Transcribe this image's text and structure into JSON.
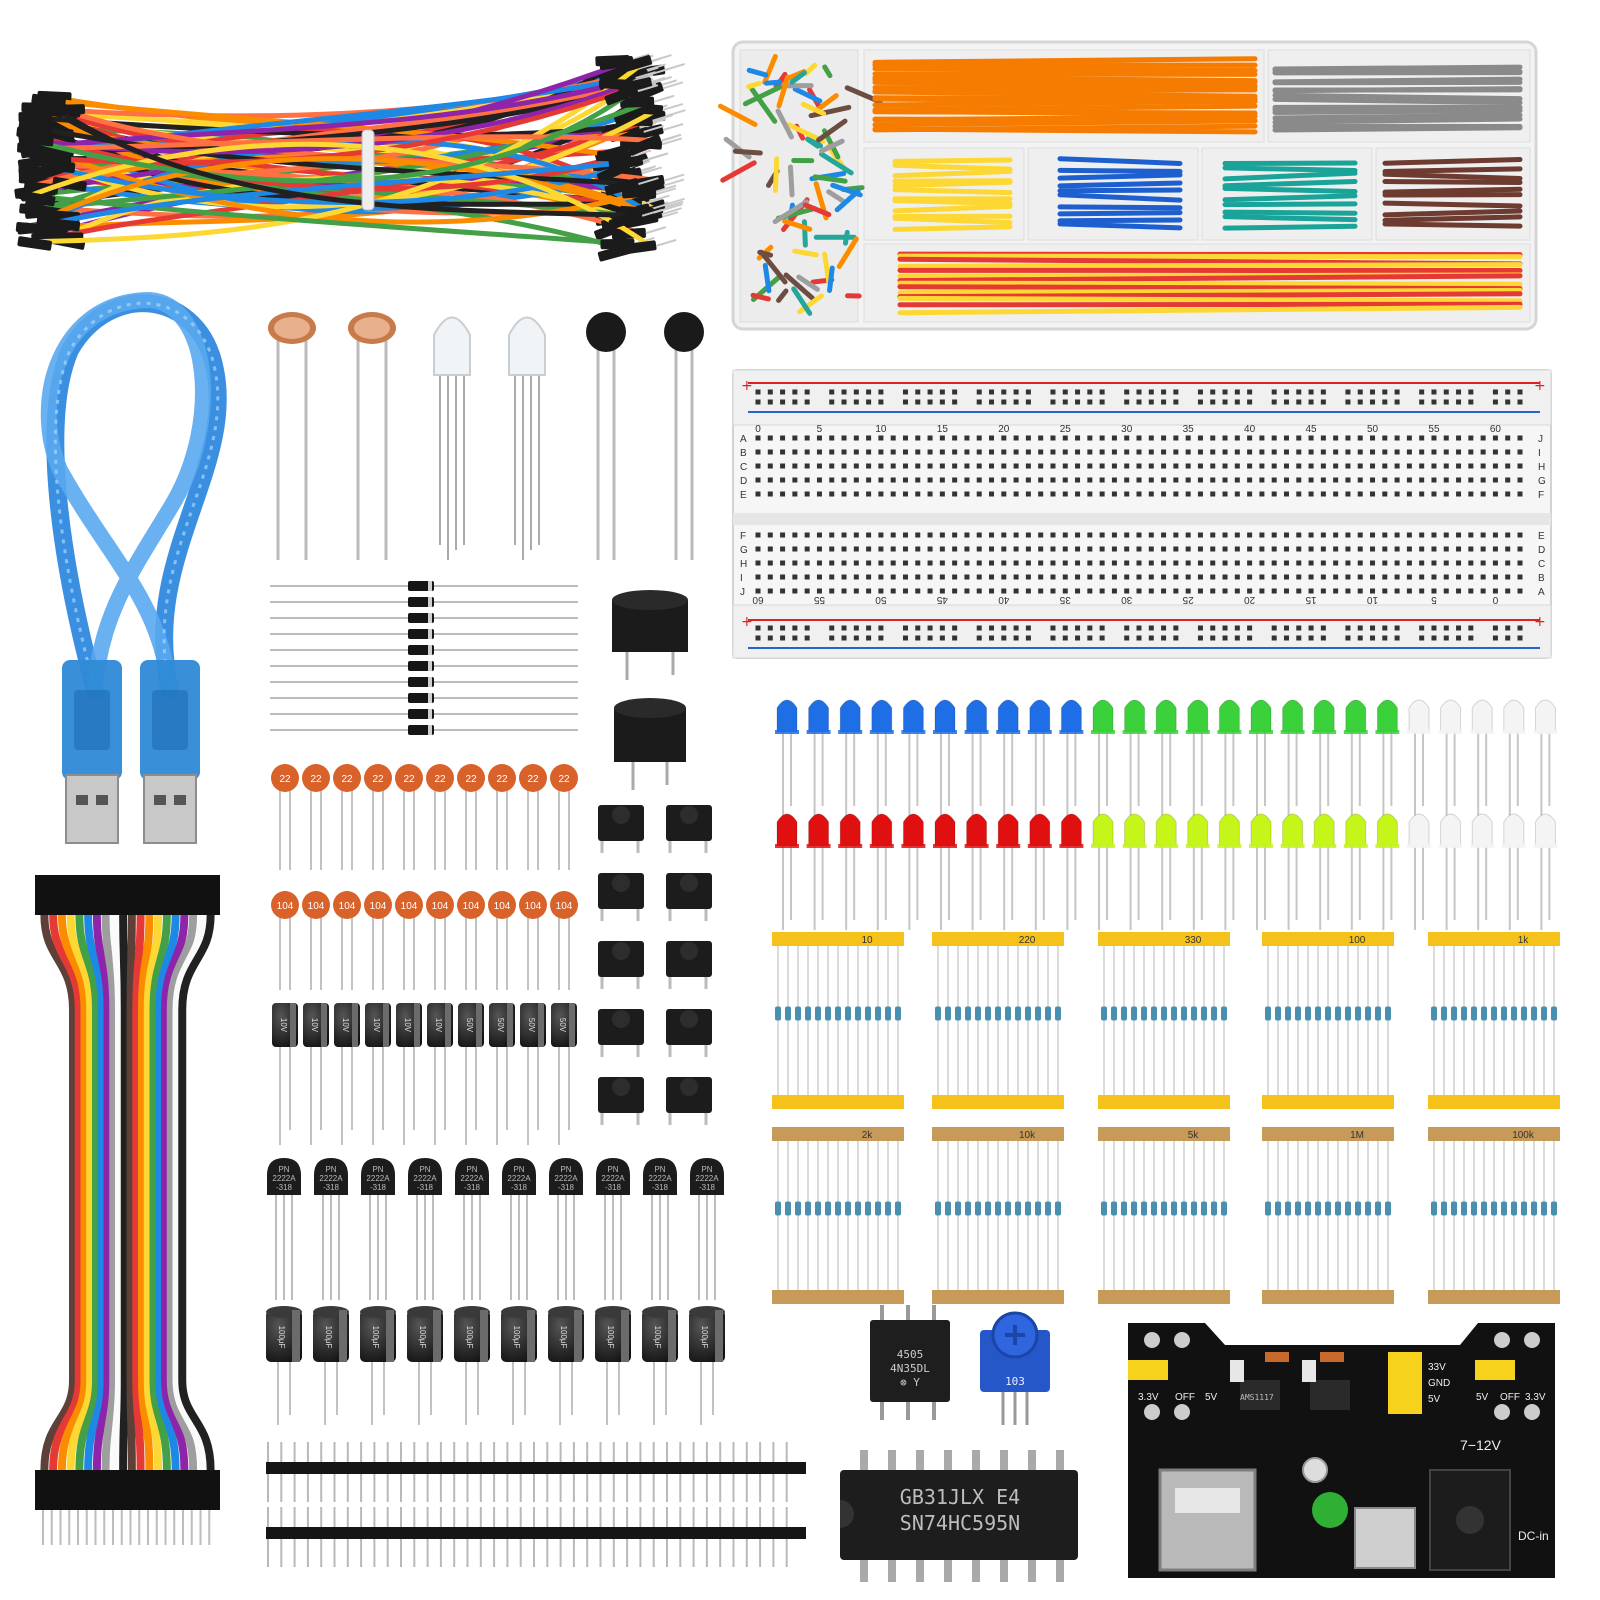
{
  "colors": {
    "background": "#ffffff",
    "wire": [
      "#e53935",
      "#fb8c00",
      "#fdd835",
      "#43a047",
      "#1e88e5",
      "#212121",
      "#8e24aa",
      "#ff7043"
    ],
    "ribbon": [
      "#5d4037",
      "#e53935",
      "#fb8c00",
      "#fdd835",
      "#43a047",
      "#1e88e5",
      "#8e24aa",
      "#9e9e9e",
      "#fafafa",
      "#212121"
    ],
    "led_row1": [
      "#1e6fe6",
      "#1e6fe6",
      "#1e6fe6",
      "#1e6fe6",
      "#1e6fe6",
      "#1e6fe6",
      "#1e6fe6",
      "#1e6fe6",
      "#1e6fe6",
      "#1e6fe6",
      "#3ad13a",
      "#3ad13a",
      "#3ad13a",
      "#3ad13a",
      "#3ad13a",
      "#3ad13a",
      "#3ad13a",
      "#3ad13a",
      "#3ad13a",
      "#3ad13a",
      "#f4f4f4",
      "#f4f4f4",
      "#f4f4f4",
      "#f4f4f4",
      "#f4f4f4"
    ],
    "led_row2": [
      "#e01010",
      "#e01010",
      "#e01010",
      "#e01010",
      "#e01010",
      "#e01010",
      "#e01010",
      "#e01010",
      "#e01010",
      "#e01010",
      "#c6f51a",
      "#c6f51a",
      "#c6f51a",
      "#c6f51a",
      "#c6f51a",
      "#c6f51a",
      "#c6f51a",
      "#c6f51a",
      "#c6f51a",
      "#c6f51a",
      "#f4f4f4",
      "#f4f4f4",
      "#f4f4f4",
      "#f4f4f4",
      "#f4f4f4"
    ],
    "power_board": "#111111",
    "jumper_cap": "#f7d21c"
  },
  "breadboard": {
    "column_numbers_top": [
      "0",
      "5",
      "10",
      "15",
      "20",
      "25",
      "30",
      "35",
      "40",
      "45",
      "50",
      "55",
      "60"
    ],
    "column_numbers_bottom": [
      "60",
      "55",
      "50",
      "45",
      "40",
      "35",
      "30",
      "25",
      "20",
      "15",
      "10",
      "5",
      "0"
    ],
    "row_letters_left_top": [
      "A",
      "B",
      "C",
      "D",
      "E"
    ],
    "row_letters_left_bottom": [
      "F",
      "G",
      "H",
      "I",
      "J"
    ],
    "row_letters_right_top": [
      "J",
      "I",
      "H",
      "G",
      "F"
    ],
    "row_letters_right_bottom": [
      "E",
      "D",
      "C",
      "B",
      "A"
    ],
    "plus": "+",
    "minus": "−"
  },
  "ceramic_caps": {
    "row1_label": "22",
    "row2_label": "104",
    "count": 10
  },
  "electrolytic_caps": {
    "row1_labels": [
      "10V",
      "10V",
      "10V",
      "10V",
      "10V",
      "10V",
      "50V",
      "50V",
      "50V",
      "50V"
    ],
    "row2_label": "100μF",
    "count": 10
  },
  "transistor": {
    "line1": "PN",
    "line2": "2222A",
    "line3": "-318",
    "count": 10
  },
  "resistor_packs": {
    "row1": [
      "10",
      "220",
      "330",
      "100",
      "1k"
    ],
    "row2": [
      "2k",
      "10k",
      "5k",
      "1M",
      "100k"
    ]
  },
  "optocoupler": {
    "line1": "4505",
    "line2": "4N35DL",
    "line3": "⊗ Y"
  },
  "potentiometer": {
    "label": "103"
  },
  "shift_register": {
    "line1": "GB31JLX E4",
    "line2": "SN74HC595N"
  },
  "power_module": {
    "left_labels": [
      "3.3V",
      "OFF",
      "5V"
    ],
    "right_labels": [
      "5V",
      "OFF",
      "3.3V"
    ],
    "mid_labels": [
      "33V",
      "GND",
      "5V"
    ],
    "input_label": "7−12V",
    "dc_label": "DC-in",
    "regulator_label": "AMS1117"
  }
}
